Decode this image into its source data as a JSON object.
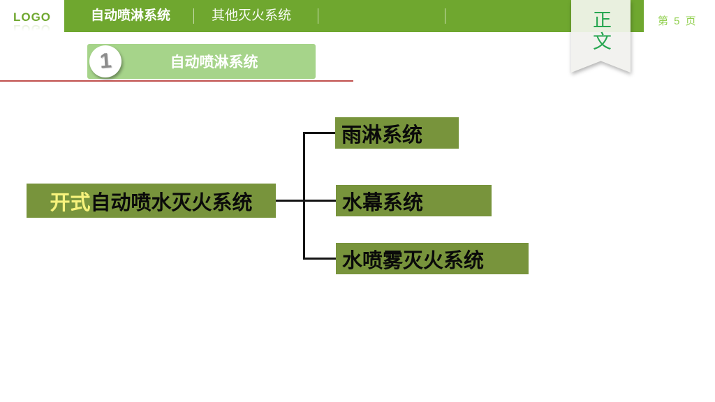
{
  "header": {
    "logo_text": "LOGO",
    "tabs": [
      {
        "label": "自动喷淋系统",
        "active": true
      },
      {
        "label": "其他灭火系统",
        "active": false
      }
    ],
    "bookmark_label": "正文",
    "page_indicator": "第 5 页"
  },
  "section_header": {
    "number": "1",
    "title": "自动喷淋系统"
  },
  "diagram": {
    "root_highlight": "开式",
    "root_rest": "自动喷水灭火系统",
    "children": [
      "雨淋系统",
      "水幕系统",
      "水喷雾灭火系统"
    ]
  },
  "colors": {
    "header_green": "#6fa72f",
    "badge_light_green": "#a6d48a",
    "node_olive": "#78943c",
    "accent_red": "#c0504d",
    "highlight_yellow": "#f7f37c",
    "bookmark_text_green": "#27a651",
    "page_text_green": "#92d050"
  }
}
